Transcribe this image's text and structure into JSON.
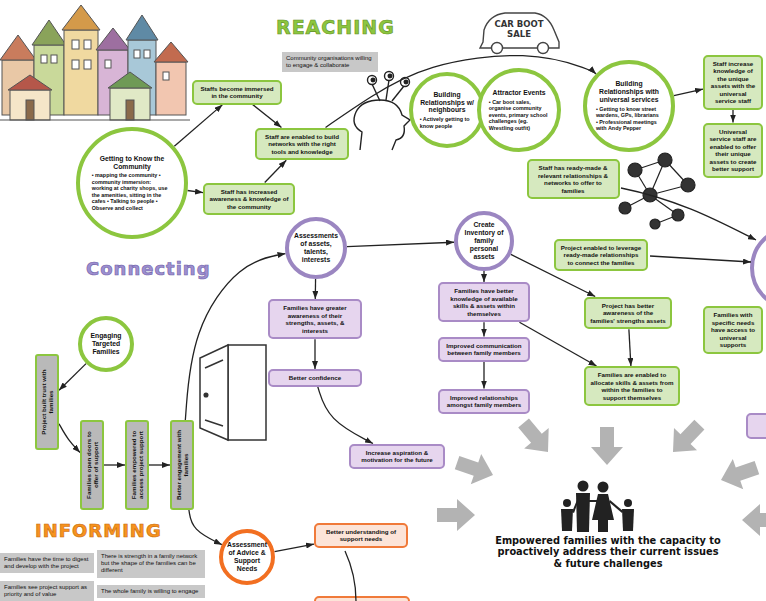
{
  "diagram": {
    "nodes": [
      {
        "text": [
          "Getting to Know the Community",
          "• mapping the community • community immersion: working at charity shops, use the amenities, sitting in the cafes • Talking to people • Observe and collect"
        ]
      },
      {
        "text": [
          "Community organisations willing to engage & collaborate"
        ]
      },
      {
        "text": [
          "Staffs become immersed in the community"
        ]
      },
      {
        "text": [
          "Staff are enabled to build networks with the right tools and knowledge"
        ]
      },
      {
        "text": [
          "Staff has increased awareness & knowledge of the community"
        ]
      },
      {
        "text": [
          "Building Relationships w/ neighbours",
          "• Actively getting to know people"
        ]
      },
      {
        "text": [
          "Attractor Events",
          "• Car boot sales, organise community events, primary school challenges (eg. Wrestling outfit)"
        ]
      },
      {
        "text": [
          "Building Relationships with universal services",
          "• Getting to know street wardens, GPs, librarians • Professional meetings with Andy Pepper"
        ]
      },
      {
        "text": [
          "Staff increase knowledge of the unique assets with the universal service staff"
        ]
      },
      {
        "text": [
          "Universal service staff are enabled to offer their unique assets to create better support"
        ]
      },
      {
        "text": [
          "Staff has ready-made & relevant relationships & networks to offer to families"
        ]
      },
      {
        "text": [
          "Assessments of assets, talents, interests"
        ]
      },
      {
        "text": [
          "Create Inventory of family personal assets"
        ]
      },
      {
        "text": [
          "Project enabled to leverage ready-made relationships to connect the families"
        ]
      },
      {
        "text": [
          "Families have greater awareness of their strengths, assets, & interests"
        ]
      },
      {
        "text": [
          "Families have better knowledge of available skills & assets within themselves"
        ]
      },
      {
        "text": [
          "Project has better awareness of the families' strengths assets"
        ]
      },
      {
        "text": [
          "Families with specific needs have access to universal supports"
        ]
      },
      {
        "text": [
          "Engaging Targeted Families"
        ]
      },
      {
        "text": [
          "Better confidence"
        ]
      },
      {
        "text": [
          "Improved communication between family members"
        ]
      },
      {
        "text": [
          "Families are enabled to allocate skills & assets from within the families to support themselves"
        ]
      },
      {
        "text": [
          "Project built trust with families"
        ]
      },
      {
        "text": [
          "Improved relationships amongst family members"
        ]
      },
      {
        "text": [
          "Increase aspiration & motivation for the future"
        ]
      },
      {
        "text": [
          "Families open doors to offer of support"
        ]
      },
      {
        "text": [
          "Families empowered to access project support"
        ]
      },
      {
        "text": [
          "Better engagement with families"
        ]
      },
      {
        "text": [
          "Better understanding of support needs"
        ]
      },
      {
        "text": [
          "Assessment of Advice & Support Needs"
        ]
      },
      {
        "text": [
          "Families have the time to digest and develop with the project"
        ]
      },
      {
        "text": [
          "There is strength in a family network but the shape of the families can be different"
        ]
      },
      {
        "text": [
          "Families see project support as priority and of value"
        ]
      },
      {
        "text": [
          "The whole family is willing to engage"
        ]
      }
    ],
    "edges": [
      {
        "from": 0,
        "to": 2,
        "arrow": "to"
      },
      {
        "from": 0,
        "to": 4,
        "arrow": "to"
      },
      {
        "from": 2,
        "to": 3,
        "arrow": "to"
      },
      {
        "from": 4,
        "to": 3,
        "arrow": "to"
      },
      {
        "from": 3,
        "to": 7,
        "arrow": "to"
      },
      {
        "from": 7,
        "to": 8,
        "arrow": "to"
      },
      {
        "from": 8,
        "to": 9,
        "arrow": "to"
      },
      {
        "from": 27,
        "to": 11,
        "arrow": "to"
      },
      {
        "from": 27,
        "to": 29,
        "arrow": "to"
      },
      {
        "from": 11,
        "to": 12,
        "arrow": "to"
      },
      {
        "from": 11,
        "to": 14,
        "arrow": "to"
      },
      {
        "from": 14,
        "to": 19,
        "arrow": "to"
      },
      {
        "from": 19,
        "to": 24,
        "arrow": "to"
      },
      {
        "from": 12,
        "to": 15,
        "arrow": "to"
      },
      {
        "from": 12,
        "to": 16,
        "arrow": "to"
      },
      {
        "from": 15,
        "to": 20,
        "arrow": "to"
      },
      {
        "from": 20,
        "to": 23,
        "arrow": "to"
      },
      {
        "from": 15,
        "to": 21,
        "arrow": "to"
      },
      {
        "from": 16,
        "to": 21,
        "arrow": "to"
      },
      {
        "from": 18,
        "to": 22,
        "arrow": "to"
      },
      {
        "from": 22,
        "to": 25,
        "arrow": "to"
      },
      {
        "from": 25,
        "to": 26,
        "arrow": "to"
      },
      {
        "from": 26,
        "to": 27,
        "arrow": "to"
      },
      {
        "from": 29,
        "to": 28,
        "arrow": "to"
      }
    ],
    "labels": [
      "REACHING",
      "CAR BOOT SALE",
      "Connecting",
      "INFORMING",
      "Empowered families with the capacity to proactively address their current issues & future challenges"
    ]
  }
}
